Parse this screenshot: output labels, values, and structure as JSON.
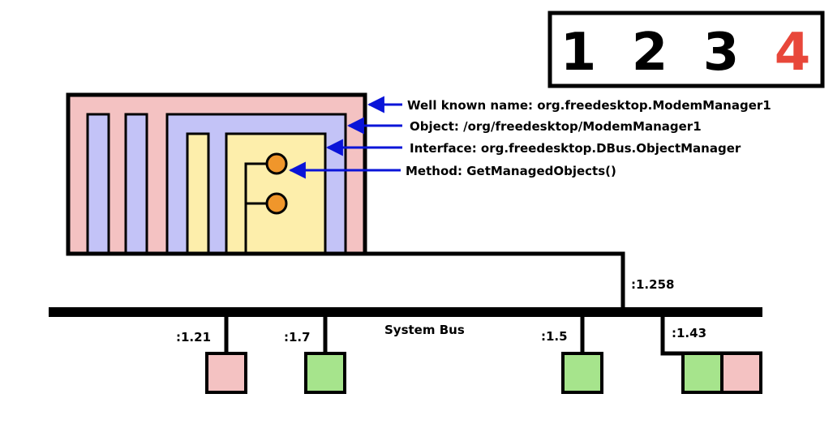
{
  "step_indicator": {
    "steps": [
      "1",
      "2",
      "3",
      "4"
    ],
    "active_index": 3,
    "active_color": "#e8473a",
    "inactive_color": "#000000"
  },
  "annotations": {
    "well_known_name": "Well known name: org.freedesktop.ModemManager1",
    "object": "Object: /org/freedesktop/ModemManager1",
    "interface": "Interface: org.freedesktop.DBus.ObjectManager",
    "method": "Method: GetManagedObjects()"
  },
  "bus": {
    "label": "System Bus",
    "service_connection": ":1.258",
    "clients": [
      ":1.21",
      ":1.7",
      ":1.5",
      ":1.43"
    ]
  },
  "colors": {
    "service_fill": "#f4c2c2",
    "object_fill": "#c3c3f7",
    "interface_fill": "#fdeeab",
    "method_fill": "#f0962b",
    "client_green": "#a6e48c",
    "client_pink": "#f4c2c2",
    "arrow": "#0a14d8",
    "line": "#000000"
  }
}
